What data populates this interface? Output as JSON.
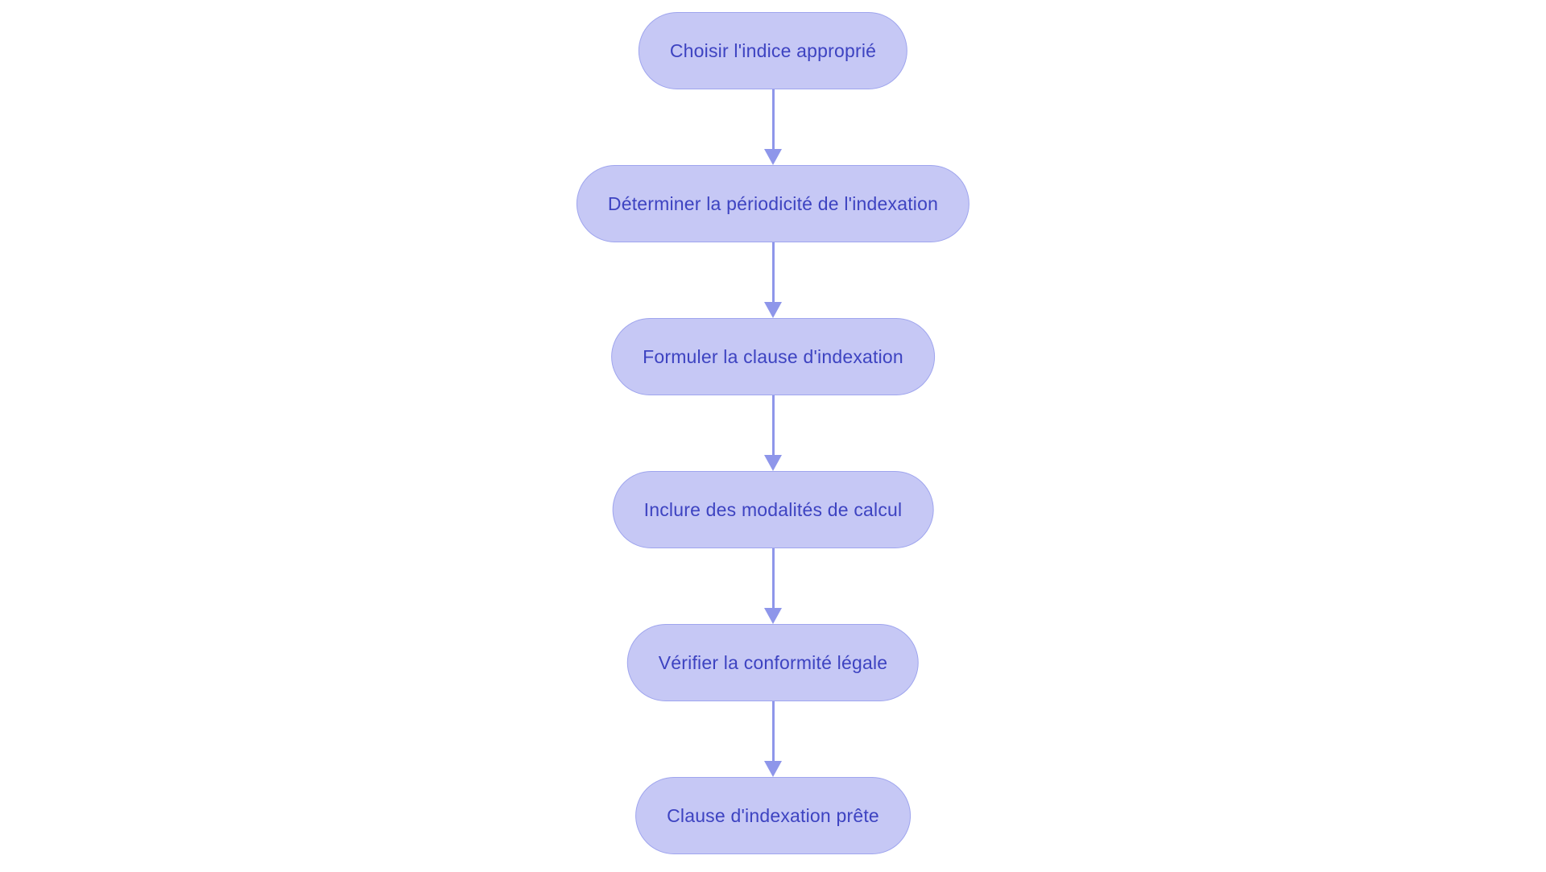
{
  "diagram": {
    "type": "flowchart",
    "direction": "top-down",
    "nodes": [
      {
        "id": "n1",
        "shape": "stadium",
        "label": "Choisir l'indice approprié"
      },
      {
        "id": "n2",
        "shape": "stadium",
        "label": "Déterminer la périodicité de l'indexation"
      },
      {
        "id": "n3",
        "shape": "stadium",
        "label": "Formuler la clause d'indexation"
      },
      {
        "id": "n4",
        "shape": "stadium",
        "label": "Inclure des modalités de calcul"
      },
      {
        "id": "n5",
        "shape": "stadium",
        "label": "Vérifier la conformité légale"
      },
      {
        "id": "n6",
        "shape": "stadium",
        "label": "Clause d'indexation prête"
      }
    ],
    "edges": [
      {
        "from": "n1",
        "to": "n2",
        "style": "arrow-down"
      },
      {
        "from": "n2",
        "to": "n3",
        "style": "arrow-down"
      },
      {
        "from": "n3",
        "to": "n4",
        "style": "arrow-down"
      },
      {
        "from": "n4",
        "to": "n5",
        "style": "arrow-down"
      },
      {
        "from": "n5",
        "to": "n6",
        "style": "arrow-down"
      }
    ],
    "colors": {
      "node_fill": "#c6c8f5",
      "node_border": "#9fa5ee",
      "node_text": "#3d43c1",
      "arrow": "#8e96ea",
      "background": "#ffffff"
    }
  }
}
